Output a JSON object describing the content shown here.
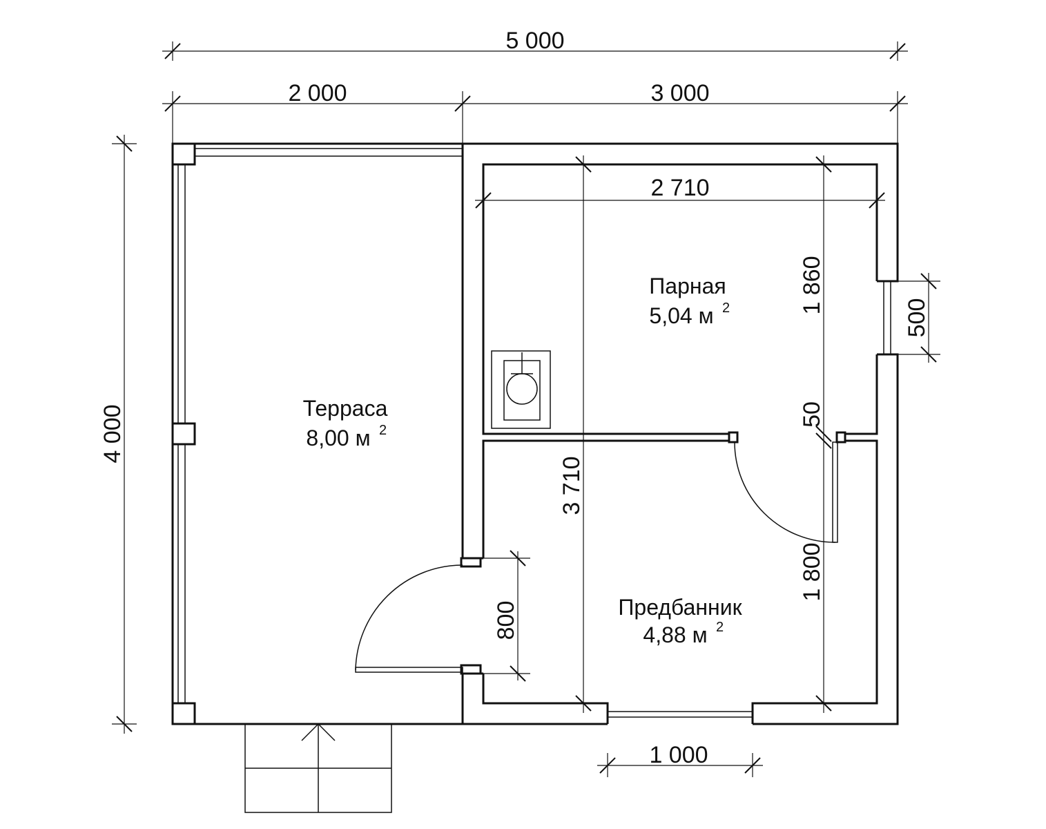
{
  "dimensions": {
    "overall_width": "5 000",
    "terrace_width": "2 000",
    "house_width": "3 000",
    "overall_height": "4 000",
    "steam_room_inner_width": "2 710",
    "steam_room_height": "1 860",
    "window_right": "500",
    "partition_gap": "50",
    "house_inner_height": "3 710",
    "anteroom_height": "1 800",
    "entry_door": "800",
    "bottom_window": "1 000"
  },
  "rooms": {
    "terrace": {
      "name": "Терраса",
      "area": "8,00 м",
      "sup": "2"
    },
    "steam_room": {
      "name": "Парная",
      "area": "5,04 м",
      "sup": "2"
    },
    "anteroom": {
      "name": "Предбанник",
      "area": "4,88 м",
      "sup": "2"
    }
  },
  "colors": {
    "line": "#111111",
    "background": "#ffffff"
  }
}
